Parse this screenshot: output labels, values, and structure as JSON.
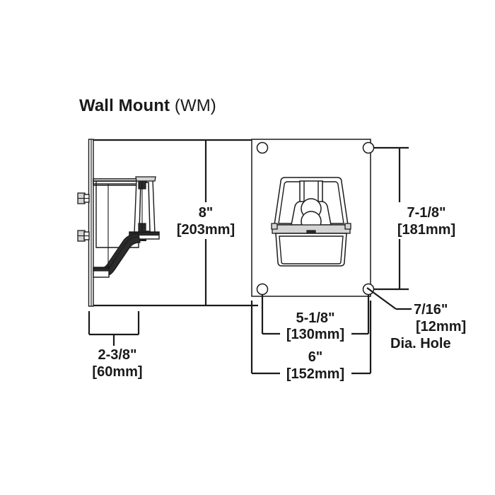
{
  "title": {
    "main": "Wall Mount",
    "suffix": " (WM)"
  },
  "views": {
    "side_view": {
      "name": "side-elevation",
      "description": "Side elevation of wall mount bracket with backplate and two mounting bolts"
    },
    "front_view": {
      "name": "front-elevation",
      "description": "Front elevation of wall mount plate with four corner holes and luminaire"
    }
  },
  "dimensions": {
    "height": {
      "imperial": "8\"",
      "metric": "[203mm]"
    },
    "hole_spacing_vertical": {
      "imperial": "7-1/8\"",
      "metric": "[181mm]"
    },
    "hole_spacing_horizontal": {
      "imperial": "5-1/8\"",
      "metric": "[130mm]"
    },
    "plate_width": {
      "imperial": "6\"",
      "metric": "[152mm]"
    },
    "depth": {
      "imperial": "2-3/8\"",
      "metric": "[60mm]"
    },
    "hole_diameter": {
      "imperial": "7/16\"",
      "metric": "[12mm]",
      "note": "Dia. Hole"
    }
  },
  "colors": {
    "line": "#1a1a1a",
    "background": "#ffffff",
    "shade_light": "#e8e8e8",
    "shade_mid": "#d4d4d4",
    "shade_dark": "#2b2b2b"
  }
}
